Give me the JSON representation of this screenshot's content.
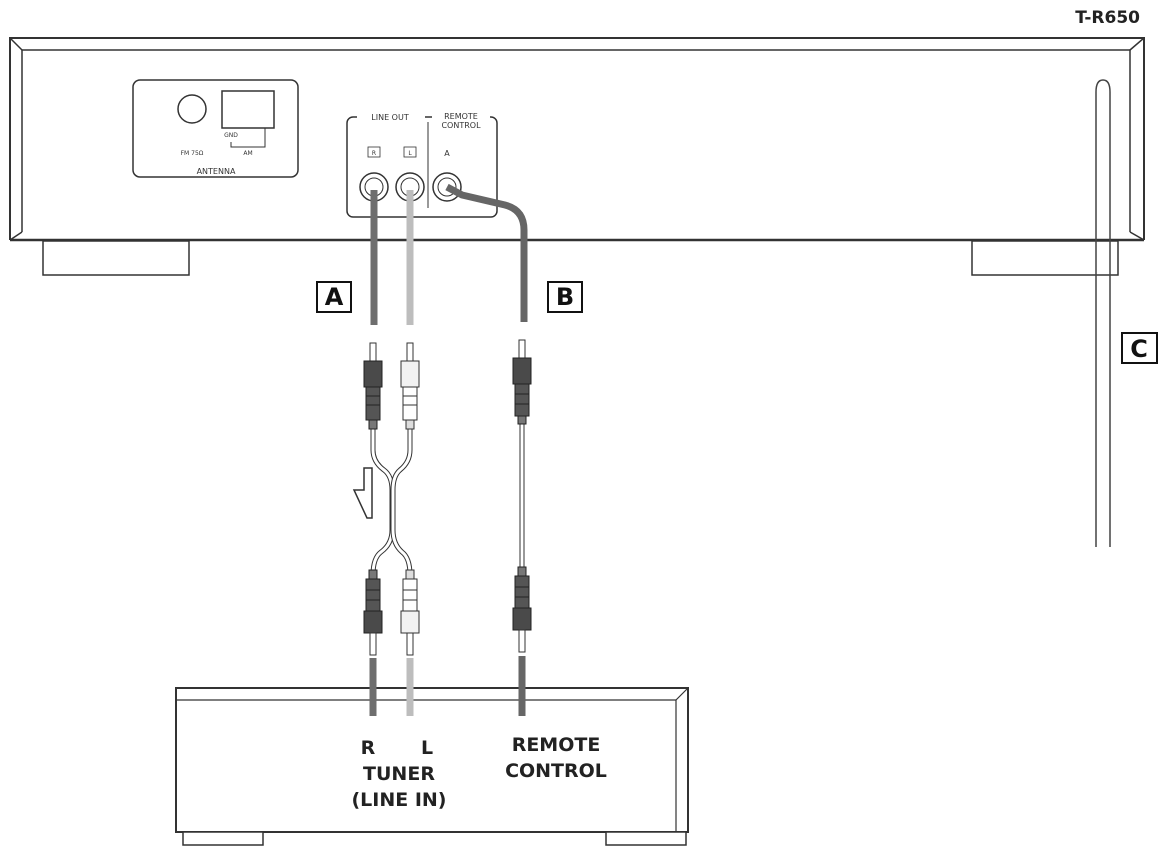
{
  "model_name": "T-R650",
  "tuner_unit": {
    "antenna": {
      "title": "ANTENNA",
      "fm_label": "FM 75Ω",
      "gnd_label": "GND",
      "am_label": "AM"
    },
    "line_out": {
      "title": "LINE OUT",
      "r_label": "R",
      "l_label": "L"
    },
    "remote_control": {
      "title_line1": "REMOTE",
      "title_line2": "CONTROL",
      "a_label": "A"
    }
  },
  "callouts": {
    "a": "A",
    "b": "B",
    "c": "C"
  },
  "amplifier": {
    "r_label": "R",
    "l_label": "L",
    "tuner_label": "TUNER",
    "line_in_label": "(LINE IN)",
    "remote_line1": "REMOTE",
    "remote_line2": "CONTROL"
  },
  "colors": {
    "outline": "#333333",
    "cable_r": "#6e6e6e",
    "cable_l": "#bdbdbd",
    "cable_remote": "#666666",
    "plug_dark": "#4a4a4a",
    "plug_light": "#f2f2f2"
  }
}
